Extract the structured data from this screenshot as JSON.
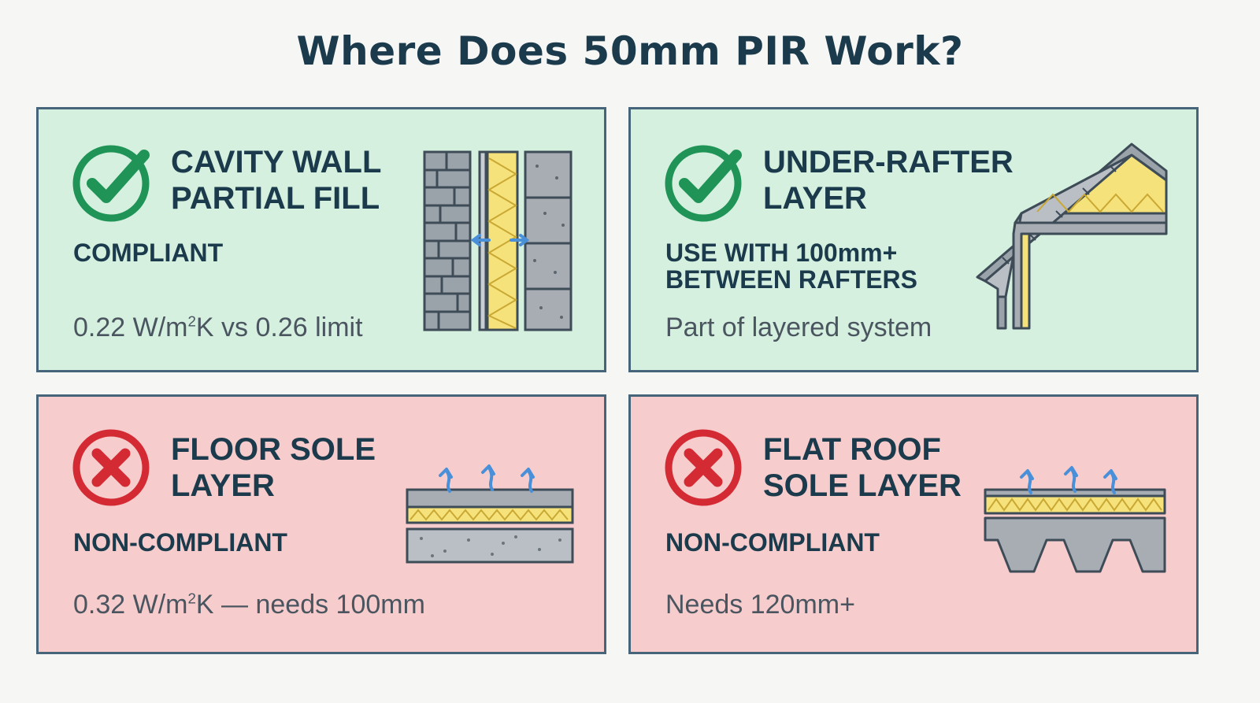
{
  "title": "Where Does 50mm PIR Work?",
  "colors": {
    "title": "#1b3a4c",
    "good_bg": "#d5f0df",
    "bad_bg": "#f6cccc",
    "border": "#46647a",
    "check": "#1f9456",
    "cross": "#d42a34",
    "insulation": "#f6e27a",
    "arrow": "#4a90d9"
  },
  "cards": [
    {
      "id": "cavity-wall",
      "icon": "check-circle-icon",
      "heading": "CAVITY WALL\nPARTIAL FILL",
      "status": "COMPLIANT",
      "detail_main": "0.22 W/m",
      "detail_sup": "2",
      "detail_rest": "K vs 0.26 limit",
      "illustration": "cavity-wall-section"
    },
    {
      "id": "under-rafter",
      "icon": "check-circle-icon",
      "heading": "UNDER-RAFTER\nLAYER",
      "status": "USE WITH 100mm+\nBETWEEN RAFTERS",
      "detail": "Part of layered system",
      "illustration": "pitched-roof-section"
    },
    {
      "id": "floor-sole",
      "icon": "cross-circle-icon",
      "heading": "FLOOR SOLE\nLAYER",
      "status": "NON-COMPLIANT",
      "detail_main": "0.32 W/m",
      "detail_sup": "2",
      "detail_rest": "K — needs 100mm",
      "illustration": "floor-section"
    },
    {
      "id": "flat-roof",
      "icon": "cross-circle-icon",
      "heading": "FLAT ROOF\nSOLE LAYER",
      "status": "NON-COMPLIANT",
      "detail": "Needs 120mm+",
      "illustration": "flat-roof-section"
    }
  ]
}
